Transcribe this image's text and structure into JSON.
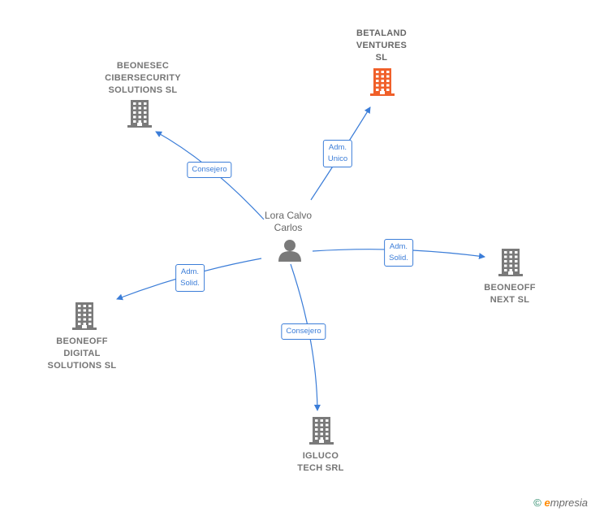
{
  "person": {
    "line1": "Lora Calvo",
    "line2": "Carlos",
    "icon": "person-icon"
  },
  "companies": [
    {
      "id": "beonesec",
      "lines": [
        "BEONESEC",
        "CIBERSECURITY",
        "SOLUTIONS  SL"
      ],
      "highlight": false,
      "icon": "building-icon"
    },
    {
      "id": "betaland",
      "lines": [
        "BETALAND",
        "VENTURES",
        "SL"
      ],
      "highlight": true,
      "icon": "building-icon"
    },
    {
      "id": "beoneoff-next",
      "lines": [
        "BEONEOFF",
        "NEXT  SL"
      ],
      "highlight": false,
      "icon": "building-icon"
    },
    {
      "id": "beoneoff-digital",
      "lines": [
        "BEONEOFF",
        "DIGITAL",
        "SOLUTIONS  SL"
      ],
      "highlight": false,
      "icon": "building-icon"
    },
    {
      "id": "igluco",
      "lines": [
        "IGLUCO",
        "TECH SRL"
      ],
      "highlight": false,
      "icon": "building-icon"
    }
  ],
  "edges": [
    {
      "to": "beonesec",
      "lines": [
        "Consejero"
      ]
    },
    {
      "to": "betaland",
      "lines": [
        "Adm.",
        "Unico"
      ]
    },
    {
      "to": "beoneoff-next",
      "lines": [
        "Adm.",
        "Solid."
      ]
    },
    {
      "to": "beoneoff-digital",
      "lines": [
        "Adm.",
        "Solid."
      ]
    },
    {
      "to": "igluco",
      "lines": [
        "Consejero"
      ]
    }
  ],
  "footer": {
    "copyright": "©",
    "brand_first": "e",
    "brand_rest": "mpresia"
  },
  "colors": {
    "edge": "#3b7dd8",
    "building": "#7a7a7a",
    "building_highlight": "#f0602a",
    "person": "#7a7a7a"
  }
}
